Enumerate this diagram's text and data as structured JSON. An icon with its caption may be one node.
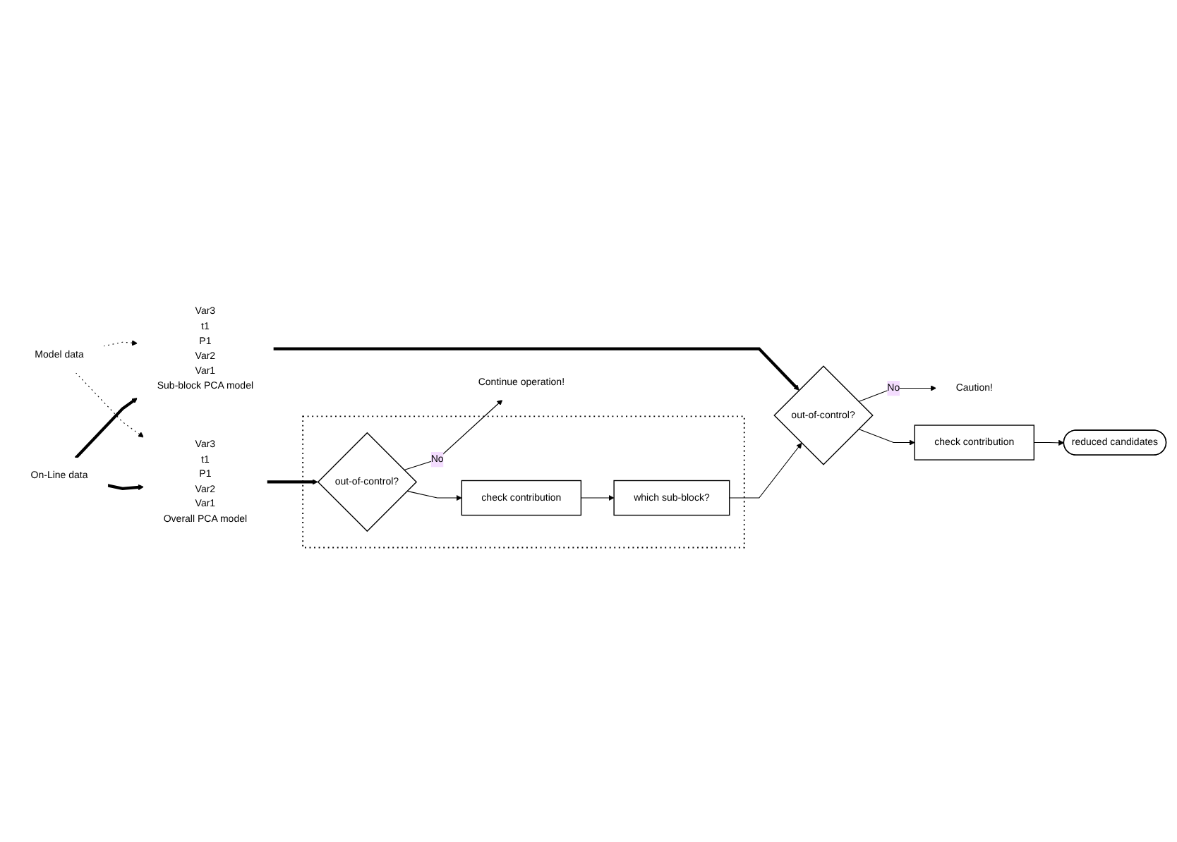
{
  "diagram": {
    "nodes": [
      {
        "text": [
          "Model data"
        ]
      },
      {
        "text": [
          "On-Line data"
        ]
      },
      {
        "text": [
          "Var3",
          "t1",
          "P1",
          "Var2",
          "Var1",
          "Overall PCA model"
        ]
      },
      {
        "text": [
          "Var3",
          "t1",
          "P1",
          "Var2",
          "Var1",
          "Sub-block PCA model"
        ]
      },
      {
        "text": [],
        "shape": "box"
      },
      {
        "text": [
          "out-of-control?"
        ],
        "in": 4
      },
      {
        "text": [
          "Continue operation!"
        ]
      },
      {
        "text": [
          "check contribution"
        ],
        "in": 4
      },
      {
        "text": [
          "which sub-block?"
        ],
        "in": 4
      },
      {
        "text": [
          "out-of-control?"
        ]
      },
      {
        "text": [
          "Caution!"
        ]
      },
      {
        "text": [
          "check contribution"
        ]
      },
      {
        "text": [
          "reduced candidates"
        ]
      }
    ],
    "edges": [
      {
        "from": 0,
        "to": 2,
        "arrow": "to",
        "style": "dashed"
      },
      {
        "from": 0,
        "to": 3,
        "arrow": "to",
        "style": "dashed"
      },
      {
        "from": 1,
        "to": 2,
        "arrow": "to",
        "style": "thick"
      },
      {
        "from": 1,
        "to": 3,
        "arrow": "to",
        "style": "thick"
      },
      {
        "from": 2,
        "to": 5,
        "arrow": "to",
        "style": "thick"
      },
      {
        "from": 3,
        "to": 9,
        "arrow": "to",
        "style": "thick"
      },
      {
        "from": 5,
        "to": 6,
        "arrow": "to",
        "label": "No"
      },
      {
        "from": 5,
        "to": 7,
        "arrow": "to"
      },
      {
        "from": 7,
        "to": 8,
        "arrow": "to"
      },
      {
        "from": 8,
        "to": 9,
        "arrow": "to"
      },
      {
        "from": 9,
        "to": 10,
        "arrow": "to",
        "label": "No"
      },
      {
        "from": 9,
        "to": 11,
        "arrow": "to"
      },
      {
        "from": 11,
        "to": 12,
        "arrow": "to"
      }
    ]
  }
}
